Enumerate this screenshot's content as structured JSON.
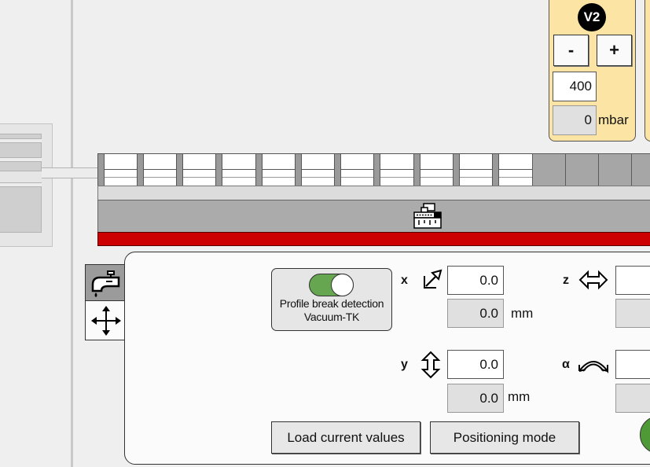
{
  "valve": {
    "badge": "V2",
    "minus_label": "-",
    "plus_label": "+",
    "setpoint": "400",
    "actual": "0",
    "unit": "mbar"
  },
  "tabs": {
    "water_icon": "water-tap-icon",
    "move_icon": "move-arrows-icon"
  },
  "profile_break": {
    "label_line1": "Profile break detection",
    "label_line2": "Vacuum-TK",
    "enabled": true,
    "on_color": "#66a650"
  },
  "axes": {
    "x": {
      "label": "x",
      "setpoint": "0.0",
      "actual": "0.0",
      "unit": "mm"
    },
    "y": {
      "label": "y",
      "setpoint": "0.0",
      "actual": "0.0",
      "unit": "mm"
    },
    "z": {
      "label": "z"
    },
    "alpha": {
      "label": "α"
    }
  },
  "buttons": {
    "load_current": "Load current values",
    "positioning_mode": "Positioning mode"
  },
  "colors": {
    "valve_bg": "#fce4a4",
    "tank_red": "#cc0000",
    "go_green": "#4f9a36"
  }
}
